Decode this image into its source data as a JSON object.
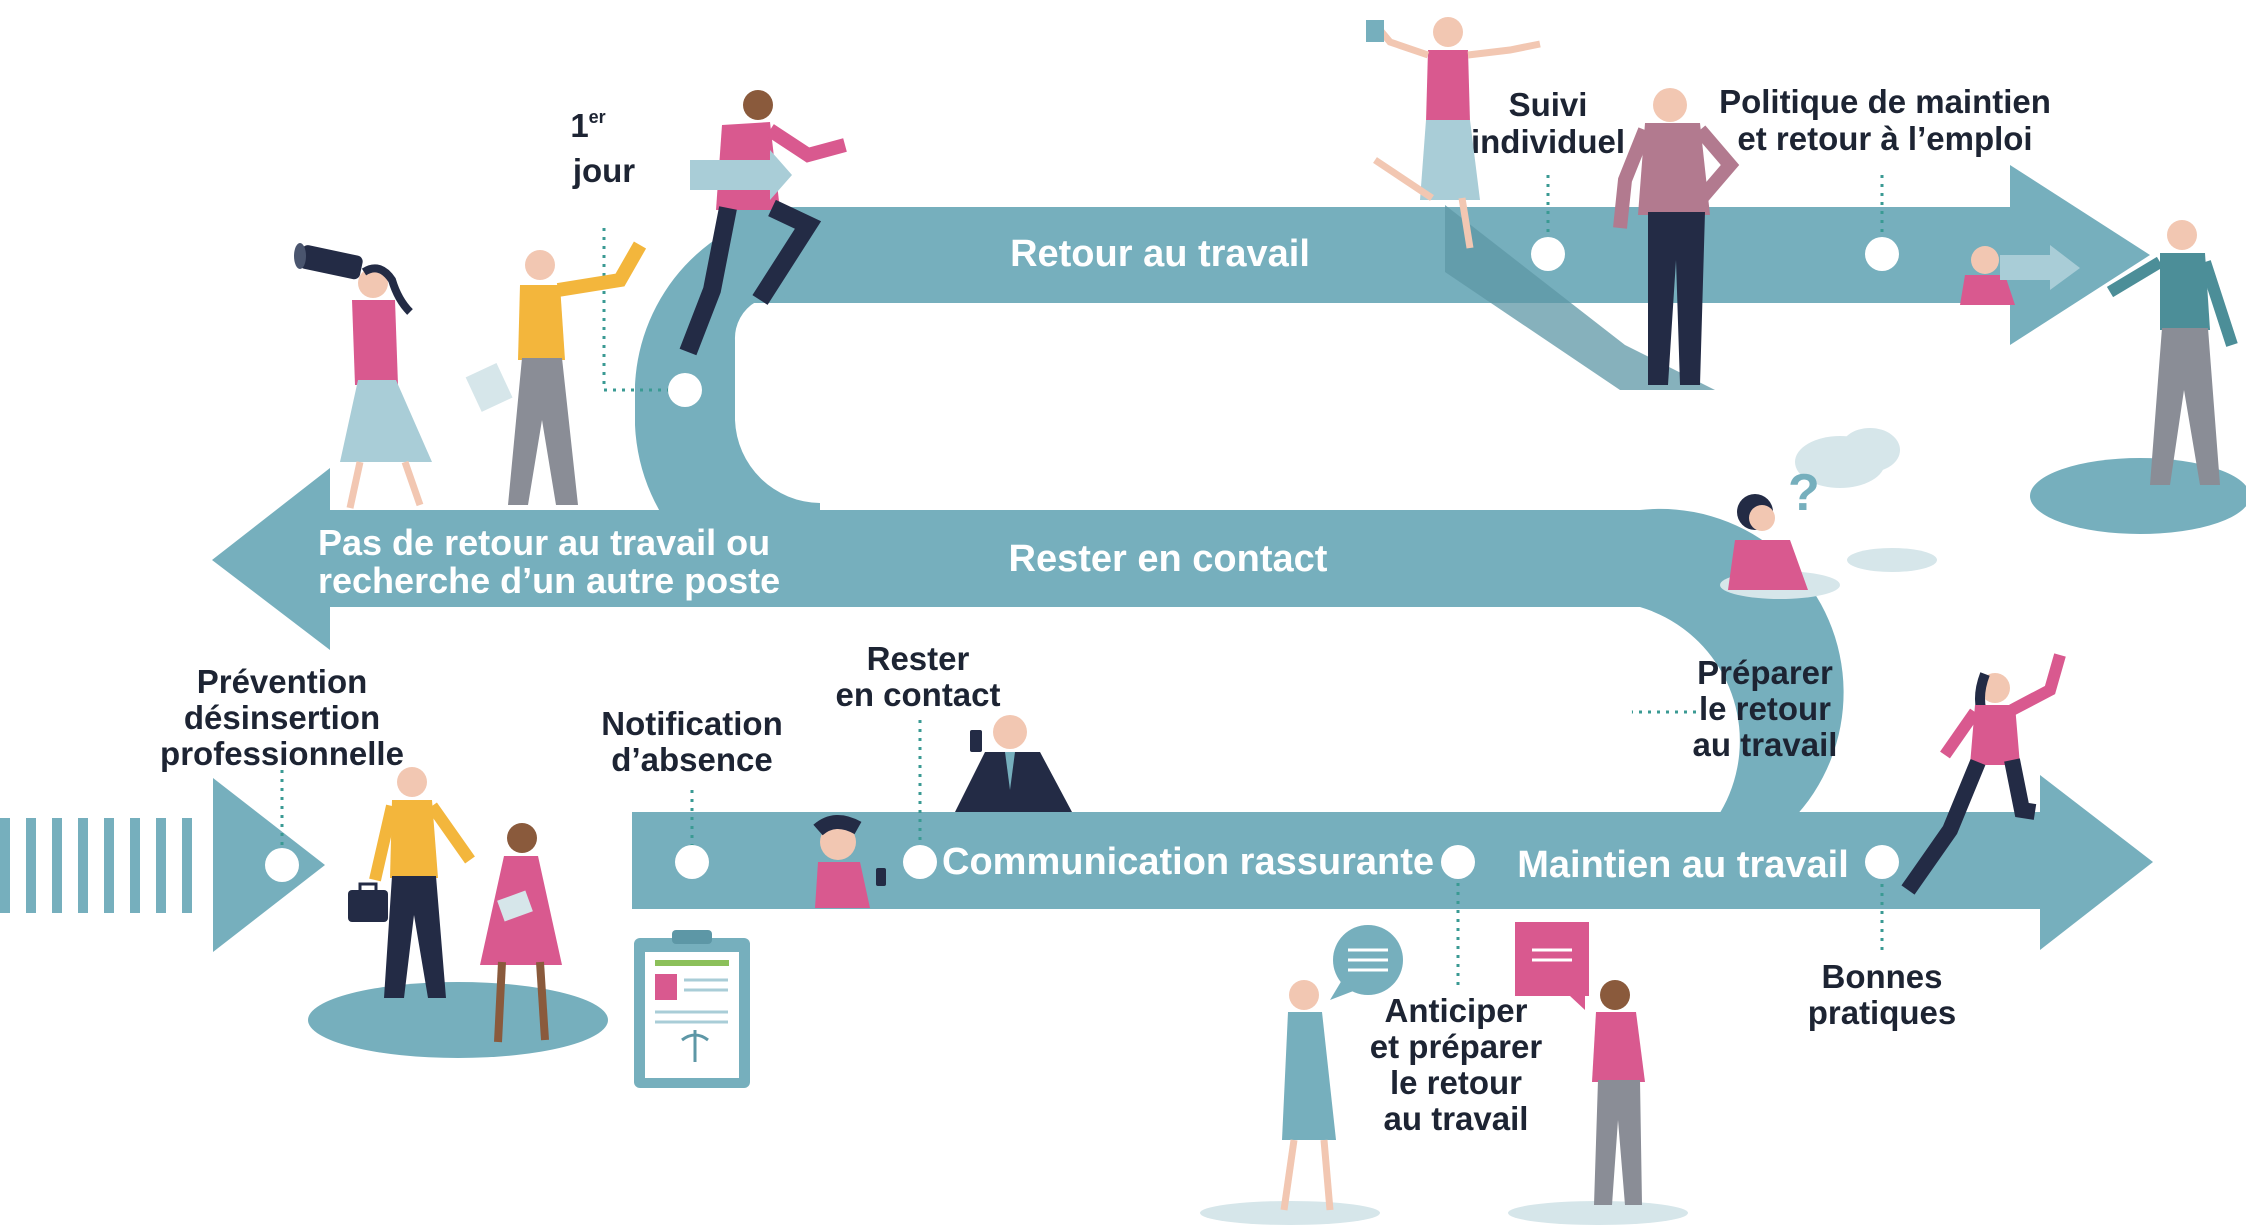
{
  "bands": {
    "top": "Retour au travail",
    "middle": "Rester en contact",
    "left_exit_line1": "Pas de retour au travail ou",
    "left_exit_line2": "recherche d’un autre poste",
    "bottom_left": "Communication rassurante",
    "bottom_right": "Maintien au travail"
  },
  "milestones": {
    "first_day_sup": "er",
    "first_day_num": "1",
    "first_day_word": "jour",
    "suivi_line1": "Suivi",
    "suivi_line2": "individuel",
    "politique_line1": "Politique de maintien",
    "politique_line2": "et retour à l’emploi",
    "prevention_line1": "Prévention",
    "prevention_line2": "désinsertion",
    "prevention_line3": "professionnelle",
    "notification_line1": "Notification",
    "notification_line2": "d’absence",
    "rester_line1": "Rester",
    "rester_line2": "en contact",
    "preparer_line1": "Préparer",
    "preparer_line2": "le retour",
    "preparer_line3": "au travail",
    "anticiper_line1": "Anticiper",
    "anticiper_line2": "et préparer",
    "anticiper_line3": "le retour",
    "anticiper_line4": "au travail",
    "bonnes_line1": "Bonnes",
    "bonnes_line2": "pratiques"
  },
  "colors": {
    "band": "#76afbd",
    "band_dark": "#5d97a6",
    "pink": "#d9598f",
    "yellow": "#f3b63c",
    "navy": "#232b45",
    "text": "#1d2433",
    "leader": "#3a9a93",
    "pale": "#a9cdd7"
  },
  "icons": {
    "binoculars": "binoculars-icon",
    "clipboard": "medical-clipboard-icon",
    "speech_bubble": "speech-bubble-icon",
    "thought_cloud": "thought-cloud-icon",
    "briefcase": "briefcase-icon",
    "phone": "phone-icon"
  }
}
